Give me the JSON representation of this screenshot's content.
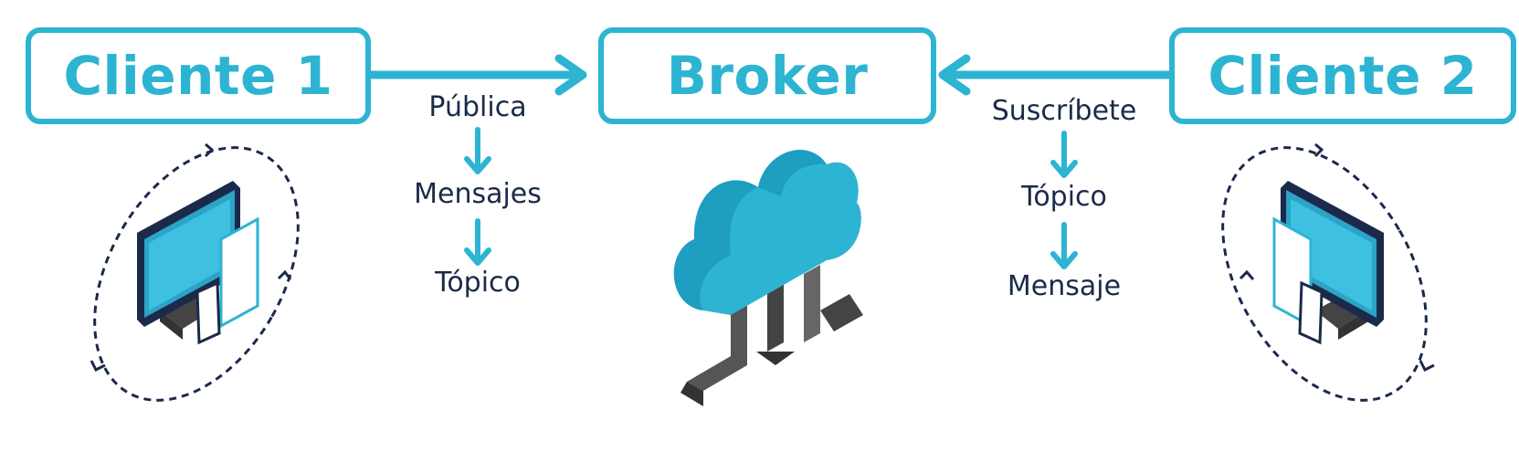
{
  "nodes": {
    "client1": "Cliente 1",
    "broker": "Broker",
    "client2": "Cliente 2"
  },
  "left_flow": [
    "Pública",
    "Mensajes",
    "Tópico"
  ],
  "right_flow": [
    "Suscríbete",
    "Tópico",
    "Mensaje"
  ],
  "colors": {
    "accent": "#2db4d2",
    "text": "#1b2a4a",
    "dark": "#1b2a4a",
    "gray": "#555555"
  },
  "icons": [
    "devices-icon",
    "cloud-icon",
    "sync-cycle-icon",
    "branching-arrows-icon"
  ]
}
